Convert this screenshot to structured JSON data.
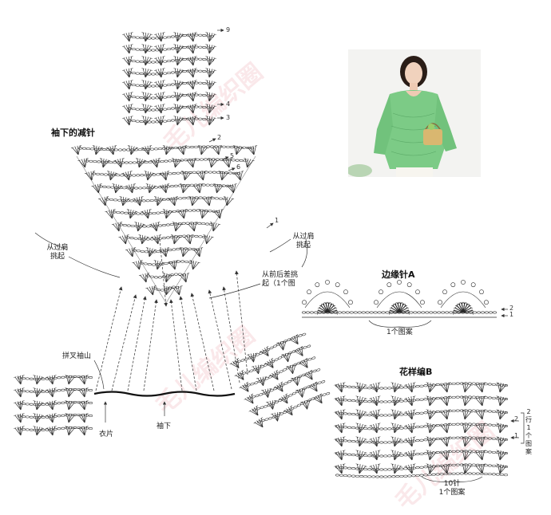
{
  "labels": {
    "sleeve_decrease_title": "袖下的减针",
    "pickup_shoulder_left_1": "从过肩",
    "pickup_shoulder_left_2": "挑起",
    "pickup_shoulder_right_1": "从过肩",
    "pickup_shoulder_right_2": "挑起",
    "pickup_front_back_1": "从前后差挑",
    "pickup_front_back_2": "起（1个图",
    "join_sleeve_cap": "拼叉袖山",
    "body_piece": "衣片",
    "underarm": "袖下",
    "edging_title": "边缘针A",
    "edging_repeat": "1个图案",
    "pattern_b_title": "花样编B",
    "stitch_count": "10针",
    "pattern_repeat": "1个图案",
    "row_repeat_1": "2",
    "row_repeat_2": "行",
    "row_repeat_3": "1",
    "row_repeat_4": "个",
    "row_repeat_5": "图",
    "row_repeat_6": "案"
  },
  "row_numbers": {
    "sleeve_top": [
      "9",
      "4",
      "3"
    ],
    "sleeve_decrease": [
      "2",
      "5",
      "6"
    ],
    "shoulder_right": "1",
    "edging_rows": [
      "2",
      "1"
    ],
    "pattern_b_rows": [
      "2",
      "1"
    ]
  },
  "watermark": "毛儿编织圈",
  "colors": {
    "ink": "#2a2a2a",
    "dashed": "#444444",
    "join_line": "#111111",
    "watermark": "#e896a0",
    "sweater": "#6cc47a"
  }
}
